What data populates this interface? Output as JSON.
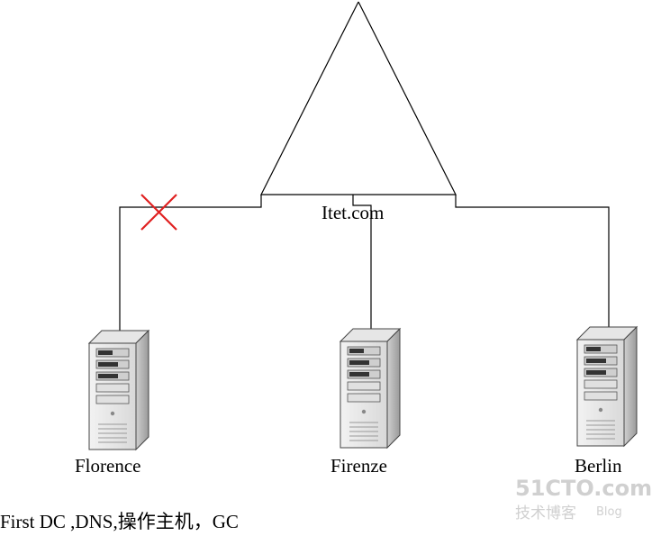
{
  "domain_label": "Itet.com",
  "servers": [
    {
      "name": "Florence"
    },
    {
      "name": "Firenze"
    },
    {
      "name": "Berlin"
    }
  ],
  "footer_note": "First DC ,DNS,操作主机，GC",
  "watermark": {
    "brand": "51CTO.com",
    "sub": "技术博客",
    "blog": "Blog"
  },
  "colors": {
    "line": "#000000",
    "cross": "#e02020"
  }
}
